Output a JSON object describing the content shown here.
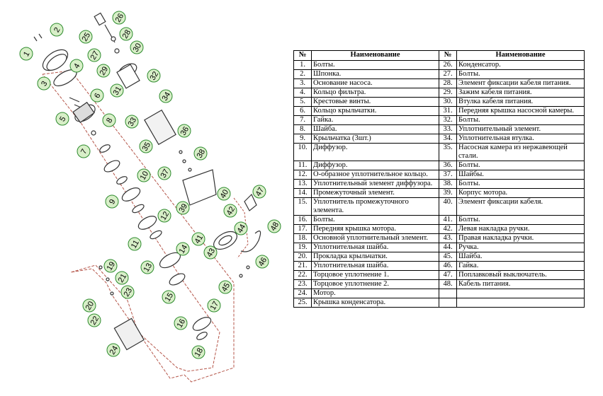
{
  "table": {
    "headers": [
      "№",
      "Наименование",
      "№",
      "Наименование"
    ],
    "rows": [
      {
        "n1": "1.",
        "t1": "Болты.",
        "n2": "26.",
        "t2": "Конденсатор."
      },
      {
        "n1": "2.",
        "t1": "Шпонка.",
        "n2": "27.",
        "t2": "Болты."
      },
      {
        "n1": "3.",
        "t1": "Основание насоса.",
        "n2": "28.",
        "t2": "Элемент фиксации кабеля питания."
      },
      {
        "n1": "4.",
        "t1": "Кольцо фильтра.",
        "n2": "29.",
        "t2": "Зажим кабеля питания."
      },
      {
        "n1": "5.",
        "t1": "Крестовые винты.",
        "n2": "30.",
        "t2": "Втулка кабеля питания."
      },
      {
        "n1": "6.",
        "t1": "Кольцо крыльчатки.",
        "n2": "31.",
        "t2": "Передняя крышка насосной камеры."
      },
      {
        "n1": "7.",
        "t1": "Гайка.",
        "n2": "32.",
        "t2": "Болты."
      },
      {
        "n1": "8.",
        "t1": "Шайба.",
        "n2": "33.",
        "t2": "Уплотнительный элемент."
      },
      {
        "n1": "9.",
        "t1": "Крыльчатка (3шт.)",
        "n2": "34.",
        "t2": "Уплотнительная втулка."
      },
      {
        "n1": "10.",
        "t1": "Диффузор.",
        "n2": "35.",
        "t2": "Насосная камера из нержавеющей стали."
      },
      {
        "n1": "11.",
        "t1": "Диффузор.",
        "n2": "36.",
        "t2": "Болты."
      },
      {
        "n1": "12.",
        "t1": "О-образное уплотнительное кольцо.",
        "n2": "37.",
        "t2": "Шайбы."
      },
      {
        "n1": "13.",
        "t1": "Уплотнительный элемент диффузора.",
        "n2": "38.",
        "t2": "Болты."
      },
      {
        "n1": "14.",
        "t1": "Промежуточный элемент.",
        "n2": "39.",
        "t2": "Корпус мотора."
      },
      {
        "n1": "15.",
        "t1": "Уплотнитель промежуточного элемента.",
        "n2": "40.",
        "t2": "Элемент фиксации кабеля."
      },
      {
        "n1": "16.",
        "t1": "Болты.",
        "n2": "41.",
        "t2": "Болты."
      },
      {
        "n1": "17.",
        "t1": "Передняя крышка мотора.",
        "n2": "42.",
        "t2": "Левая накладка ручки."
      },
      {
        "n1": "18.",
        "t1": "Основной уплотнительный элемент.",
        "n2": "43.",
        "t2": "Правая накладка ручки."
      },
      {
        "n1": "19.",
        "t1": "Уплотнительная шайба.",
        "n2": "44.",
        "t2": "Ручка."
      },
      {
        "n1": "20.",
        "t1": "Прокладка крыльчатки.",
        "n2": "45.",
        "t2": "Шайба."
      },
      {
        "n1": "21.",
        "t1": "Уплотнительная шайба.",
        "n2": "46.",
        "t2": "Гайка."
      },
      {
        "n1": "22.",
        "t1": "Торцовое уплотнение 1.",
        "n2": "47.",
        "t2": "Поплавковый выключатель."
      },
      {
        "n1": "23.",
        "t1": "Торцовое уплотнение 2.",
        "n2": "48.",
        "t2": "Кабель питания."
      },
      {
        "n1": "24.",
        "t1": "Мотор.",
        "n2": "",
        "t2": ""
      },
      {
        "n1": "25.",
        "t1": "Крышка конденсатора.",
        "n2": "",
        "t2": ""
      }
    ]
  },
  "diagram": {
    "callouts": [
      "1",
      "2",
      "3",
      "4",
      "5",
      "6",
      "7",
      "8",
      "9",
      "10",
      "11",
      "12",
      "13",
      "14",
      "15",
      "16",
      "17",
      "18",
      "19",
      "20",
      "21",
      "22",
      "23",
      "24",
      "25",
      "26",
      "27",
      "28",
      "29",
      "30",
      "31",
      "32",
      "33",
      "34",
      "35",
      "36",
      "37",
      "38",
      "39",
      "40",
      "41",
      "42",
      "43",
      "44",
      "45",
      "46",
      "47",
      "48"
    ],
    "colors": {
      "callout_fill": "#d8efc8",
      "callout_stroke": "#2e8b2e",
      "outline": "#b5564a",
      "parts": "#333333"
    }
  }
}
